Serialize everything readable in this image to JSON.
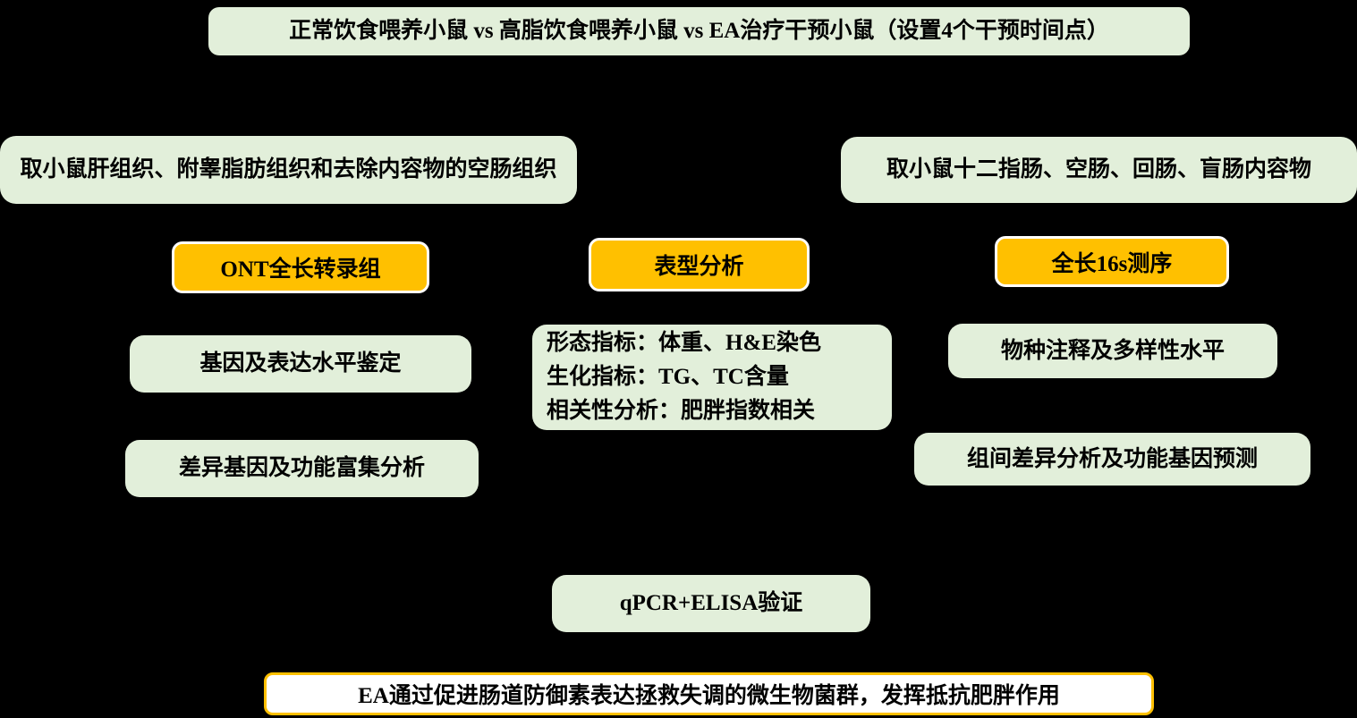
{
  "diagram": {
    "title": "正常饮食喂养小鼠 vs 高脂饮食喂养小鼠 vs EA治疗干预小鼠（设置4个干预时间点）",
    "colors": {
      "background": "#000000",
      "box_green": "#E2EFDA",
      "box_orange": "#FFC000",
      "box_white": "#FFFFFF",
      "border_white": "#FFFFFF",
      "border_orange": "#FFC000",
      "text": "#000000"
    },
    "nodes": {
      "sample_left": "取小鼠肝组织、附睾脂肪组织和去除内容物的空肠组织",
      "sample_right": "取小鼠十二指肠、空肠、回肠、盲肠内容物",
      "method_ont": "ONT全长转录组",
      "method_phenotype": "表型分析",
      "method_16s": "全长16s测序",
      "gene_expression": "基因及表达水平鉴定",
      "phenotype_lines": [
        "形态指标：体重、H&E染色",
        "生化指标：TG、TC含量",
        "相关性分析：肥胖指数相关"
      ],
      "species_annotation": "物种注释及多样性水平",
      "diff_gene": "差异基因及功能富集分析",
      "group_diff": "组间差异分析及功能基因预测",
      "validation": "qPCR+ELISA验证",
      "conclusion": "EA通过促进肠道防御素表达拯救失调的微生物菌群，发挥抵抗肥胖作用"
    }
  }
}
